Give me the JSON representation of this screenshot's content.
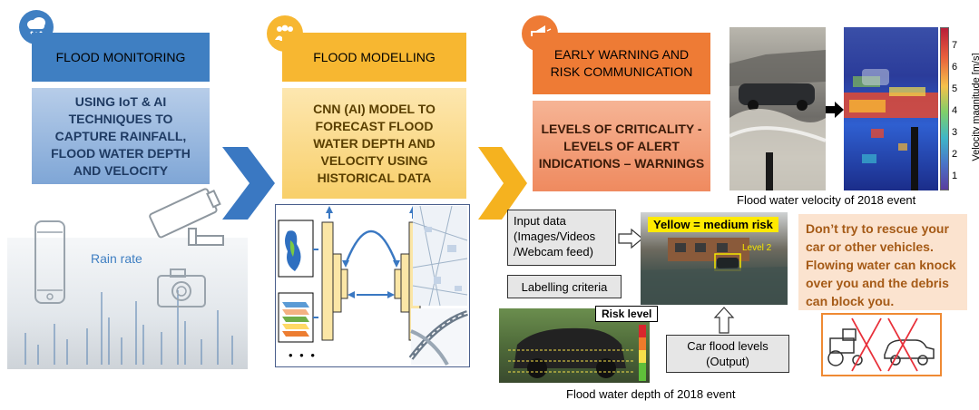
{
  "monitoring": {
    "header": "FLOOD MONITORING",
    "body": "USING IoT & AI TECHNIQUES TO CAPTURE RAINFALL, FLOOD WATER DEPTH AND VELOCITY",
    "rain_label": "Rain rate"
  },
  "modelling": {
    "header": "FLOOD MODELLING",
    "body": "CNN (AI) MODEL TO FORECAST FLOOD WATER DEPTH AND VELOCITY USING HISTORICAL DATA",
    "ellipsis": "• • •"
  },
  "warning": {
    "header": "EARLY WARNING AND RISK COMMUNICATION",
    "body": "LEVELS OF CRITICALITY - LEVELS OF ALERT INDICATIONS – WARNINGS"
  },
  "velocity": {
    "caption": "Flood water velocity of 2018 event",
    "colorbar_label": "Velocity magnitude [m/s]",
    "ticks": [
      "7",
      "6",
      "5",
      "4",
      "3",
      "2",
      "1"
    ]
  },
  "inputs": {
    "input_data": "Input data (Images/Videos /Webcam feed)",
    "labelling": "Labelling criteria",
    "risk_level": "Risk level",
    "yellow_risk": "Yellow = medium risk",
    "level2": "Level 2",
    "car_levels": "Car flood levels (Output)",
    "depth_caption": "Flood water depth of 2018 event"
  },
  "advice": {
    "text": "Don’t try to rescue your car or other vehicles. Flowing water can knock over you and the debris can block you."
  },
  "colors": {
    "blue": "#3f7fc2",
    "yellow": "#f7b731",
    "orange": "#ee7b35",
    "chevron_blue": "#3a78c2",
    "chevron_yellow": "#f5b21f"
  }
}
